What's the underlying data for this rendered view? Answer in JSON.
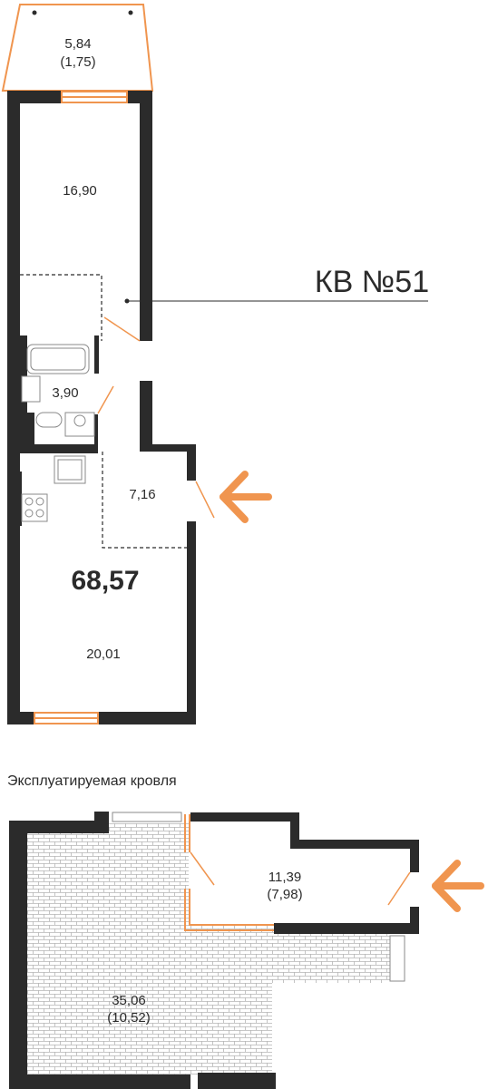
{
  "apartment": {
    "label": "КВ №51",
    "total_area": "68,57"
  },
  "rooms": {
    "balcony_area": "5,84",
    "balcony_area_reduced": "(1,75)",
    "bedroom_area": "16,90",
    "bathroom_area": "3,90",
    "hall_area": "7,16",
    "kitchen_living_area": "20,01"
  },
  "roof": {
    "title": "Эксплуатируемая кровля",
    "room_area": "11,39",
    "room_area_reduced": "(7,98)",
    "terrace_area": "35,06",
    "terrace_area_reduced": "(10,52)"
  },
  "colors": {
    "wall": "#2b2b2b",
    "accent": "#f0954f",
    "hatch": "#b5b5b5"
  },
  "icons": {
    "entrance_arrow_main": "arrow-left-icon",
    "entrance_arrow_roof": "arrow-left-icon"
  }
}
